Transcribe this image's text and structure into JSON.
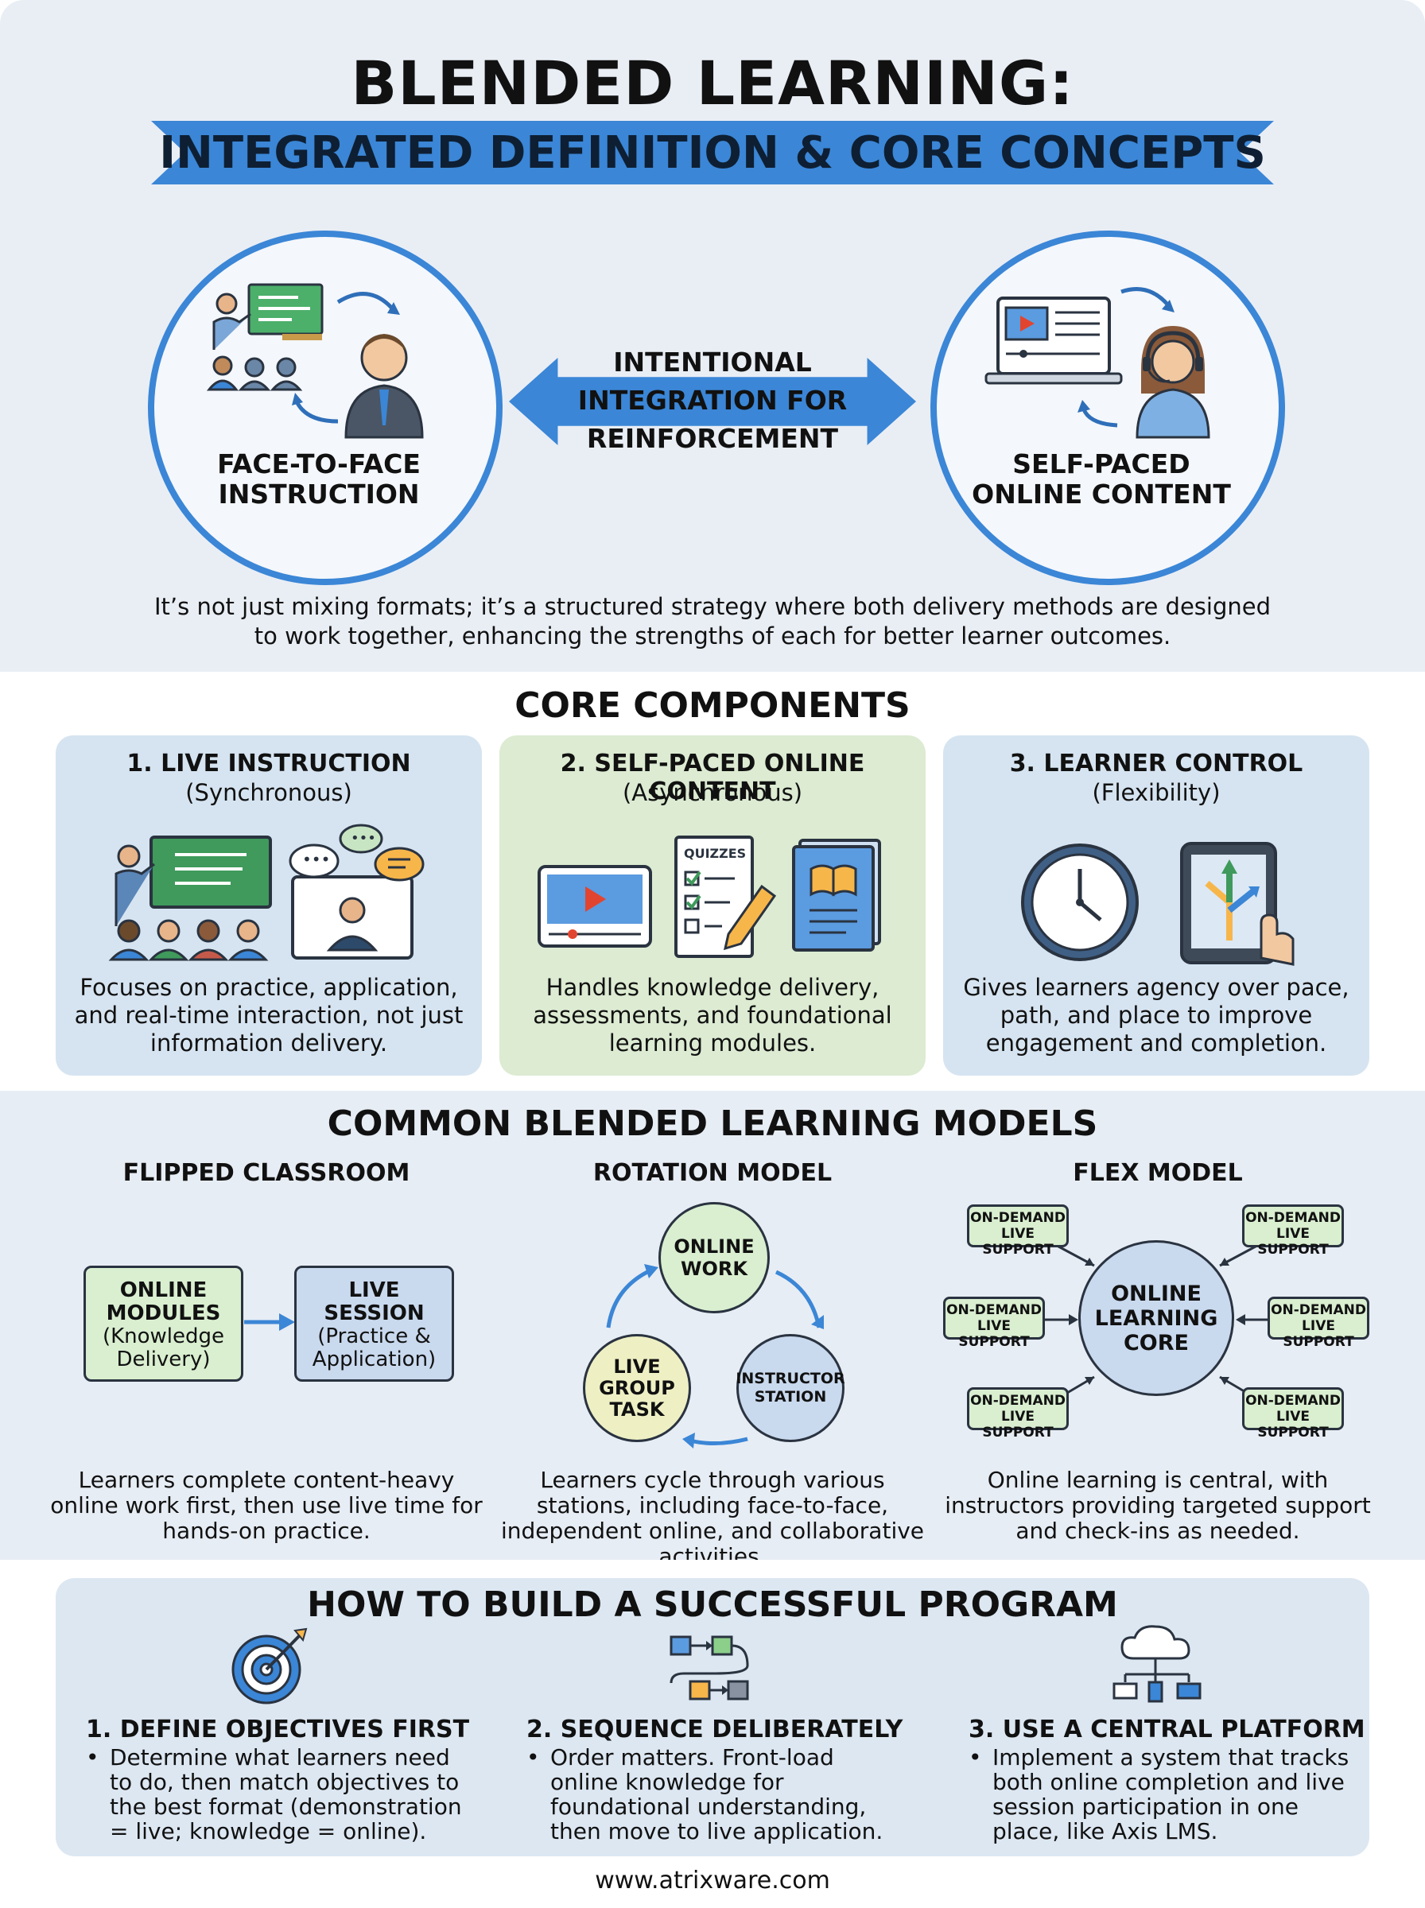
{
  "header": {
    "title": "BLENDED LEARNING:",
    "ribbon": "INTEGRATED DEFINITION & CORE CONCEPTS"
  },
  "hero": {
    "left_label_line1": "FACE-TO-FACE",
    "left_label_line2": "INSTRUCTION",
    "arrow_line1": "INTENTIONAL",
    "arrow_line2": "INTEGRATION FOR",
    "arrow_line3": "REINFORCEMENT",
    "right_label_line1": "SELF-PACED",
    "right_label_line2": "ONLINE CONTENT",
    "intro_line1": "It’s not just mixing formats; it’s a structured strategy where both delivery methods are designed",
    "intro_line2": "to work together, enhancing the strengths of each for better learner outcomes."
  },
  "core": {
    "heading": "CORE COMPONENTS",
    "cards": [
      {
        "title": "1. LIVE INSTRUCTION",
        "subtitle": "(Synchronous)",
        "desc": "Focuses on practice, application, and real-time interaction, not just information delivery."
      },
      {
        "title": "2. SELF-PACED ONLINE CONTENT",
        "subtitle": "(Asynchronous)",
        "desc": "Handles knowledge delivery, assessments, and foundational learning modules.",
        "quiz_label": "QUIZZES"
      },
      {
        "title": "3. LEARNER CONTROL",
        "subtitle": "(Flexibility)",
        "desc": "Gives learners agency over pace, path, and place to improve engagement and completion."
      }
    ]
  },
  "models": {
    "heading": "COMMON BLENDED LEARNING MODELS",
    "flipped": {
      "title": "FLIPPED CLASSROOM",
      "box1_title": "ONLINE MODULES",
      "box1_sub": "(Knowledge Delivery)",
      "box2_title": "LIVE SESSION",
      "box2_sub": "(Practice & Application)",
      "desc": "Learners complete content-heavy online work first, then use live time for hands-on practice."
    },
    "rotation": {
      "title": "ROTATION MODEL",
      "node1": "ONLINE WORK",
      "node2": "INSTRUCTOR STATION",
      "node3": "LIVE GROUP TASK",
      "desc": "Learners cycle through various stations, including face-to-face, independent online, and collaborative activities."
    },
    "flex": {
      "title": "FLEX MODEL",
      "core": "ONLINE LEARNING CORE",
      "tag": "ON-DEMAND LIVE SUPPORT",
      "desc": "Online learning is central, with instructors providing targeted support and check-ins as needed."
    }
  },
  "build": {
    "heading": "HOW TO BUILD A SUCCESSFUL PROGRAM",
    "steps": [
      {
        "title": "1. DEFINE OBJECTIVES FIRST",
        "body": "Determine what learners need to do, then match objectives to the best format (demonstration = live; knowledge = online)."
      },
      {
        "title": "2. SEQUENCE DELIBERATELY",
        "body": "Order matters. Front-load online knowledge for foundational understanding, then move to live application."
      },
      {
        "title": "3. USE A CENTRAL PLATFORM",
        "body": "Implement a system that tracks both online completion and live session participation in one place, like Axis LMS."
      }
    ]
  },
  "footer": {
    "url": "www.atrixware.com"
  },
  "colors": {
    "accent_blue": "#3b86d6",
    "card_blue": "#d6e4f1",
    "card_green": "#dcebd2",
    "node_green": "#d9efd0",
    "node_blue": "#c9d9ee",
    "node_yellow": "#eef0c4"
  }
}
